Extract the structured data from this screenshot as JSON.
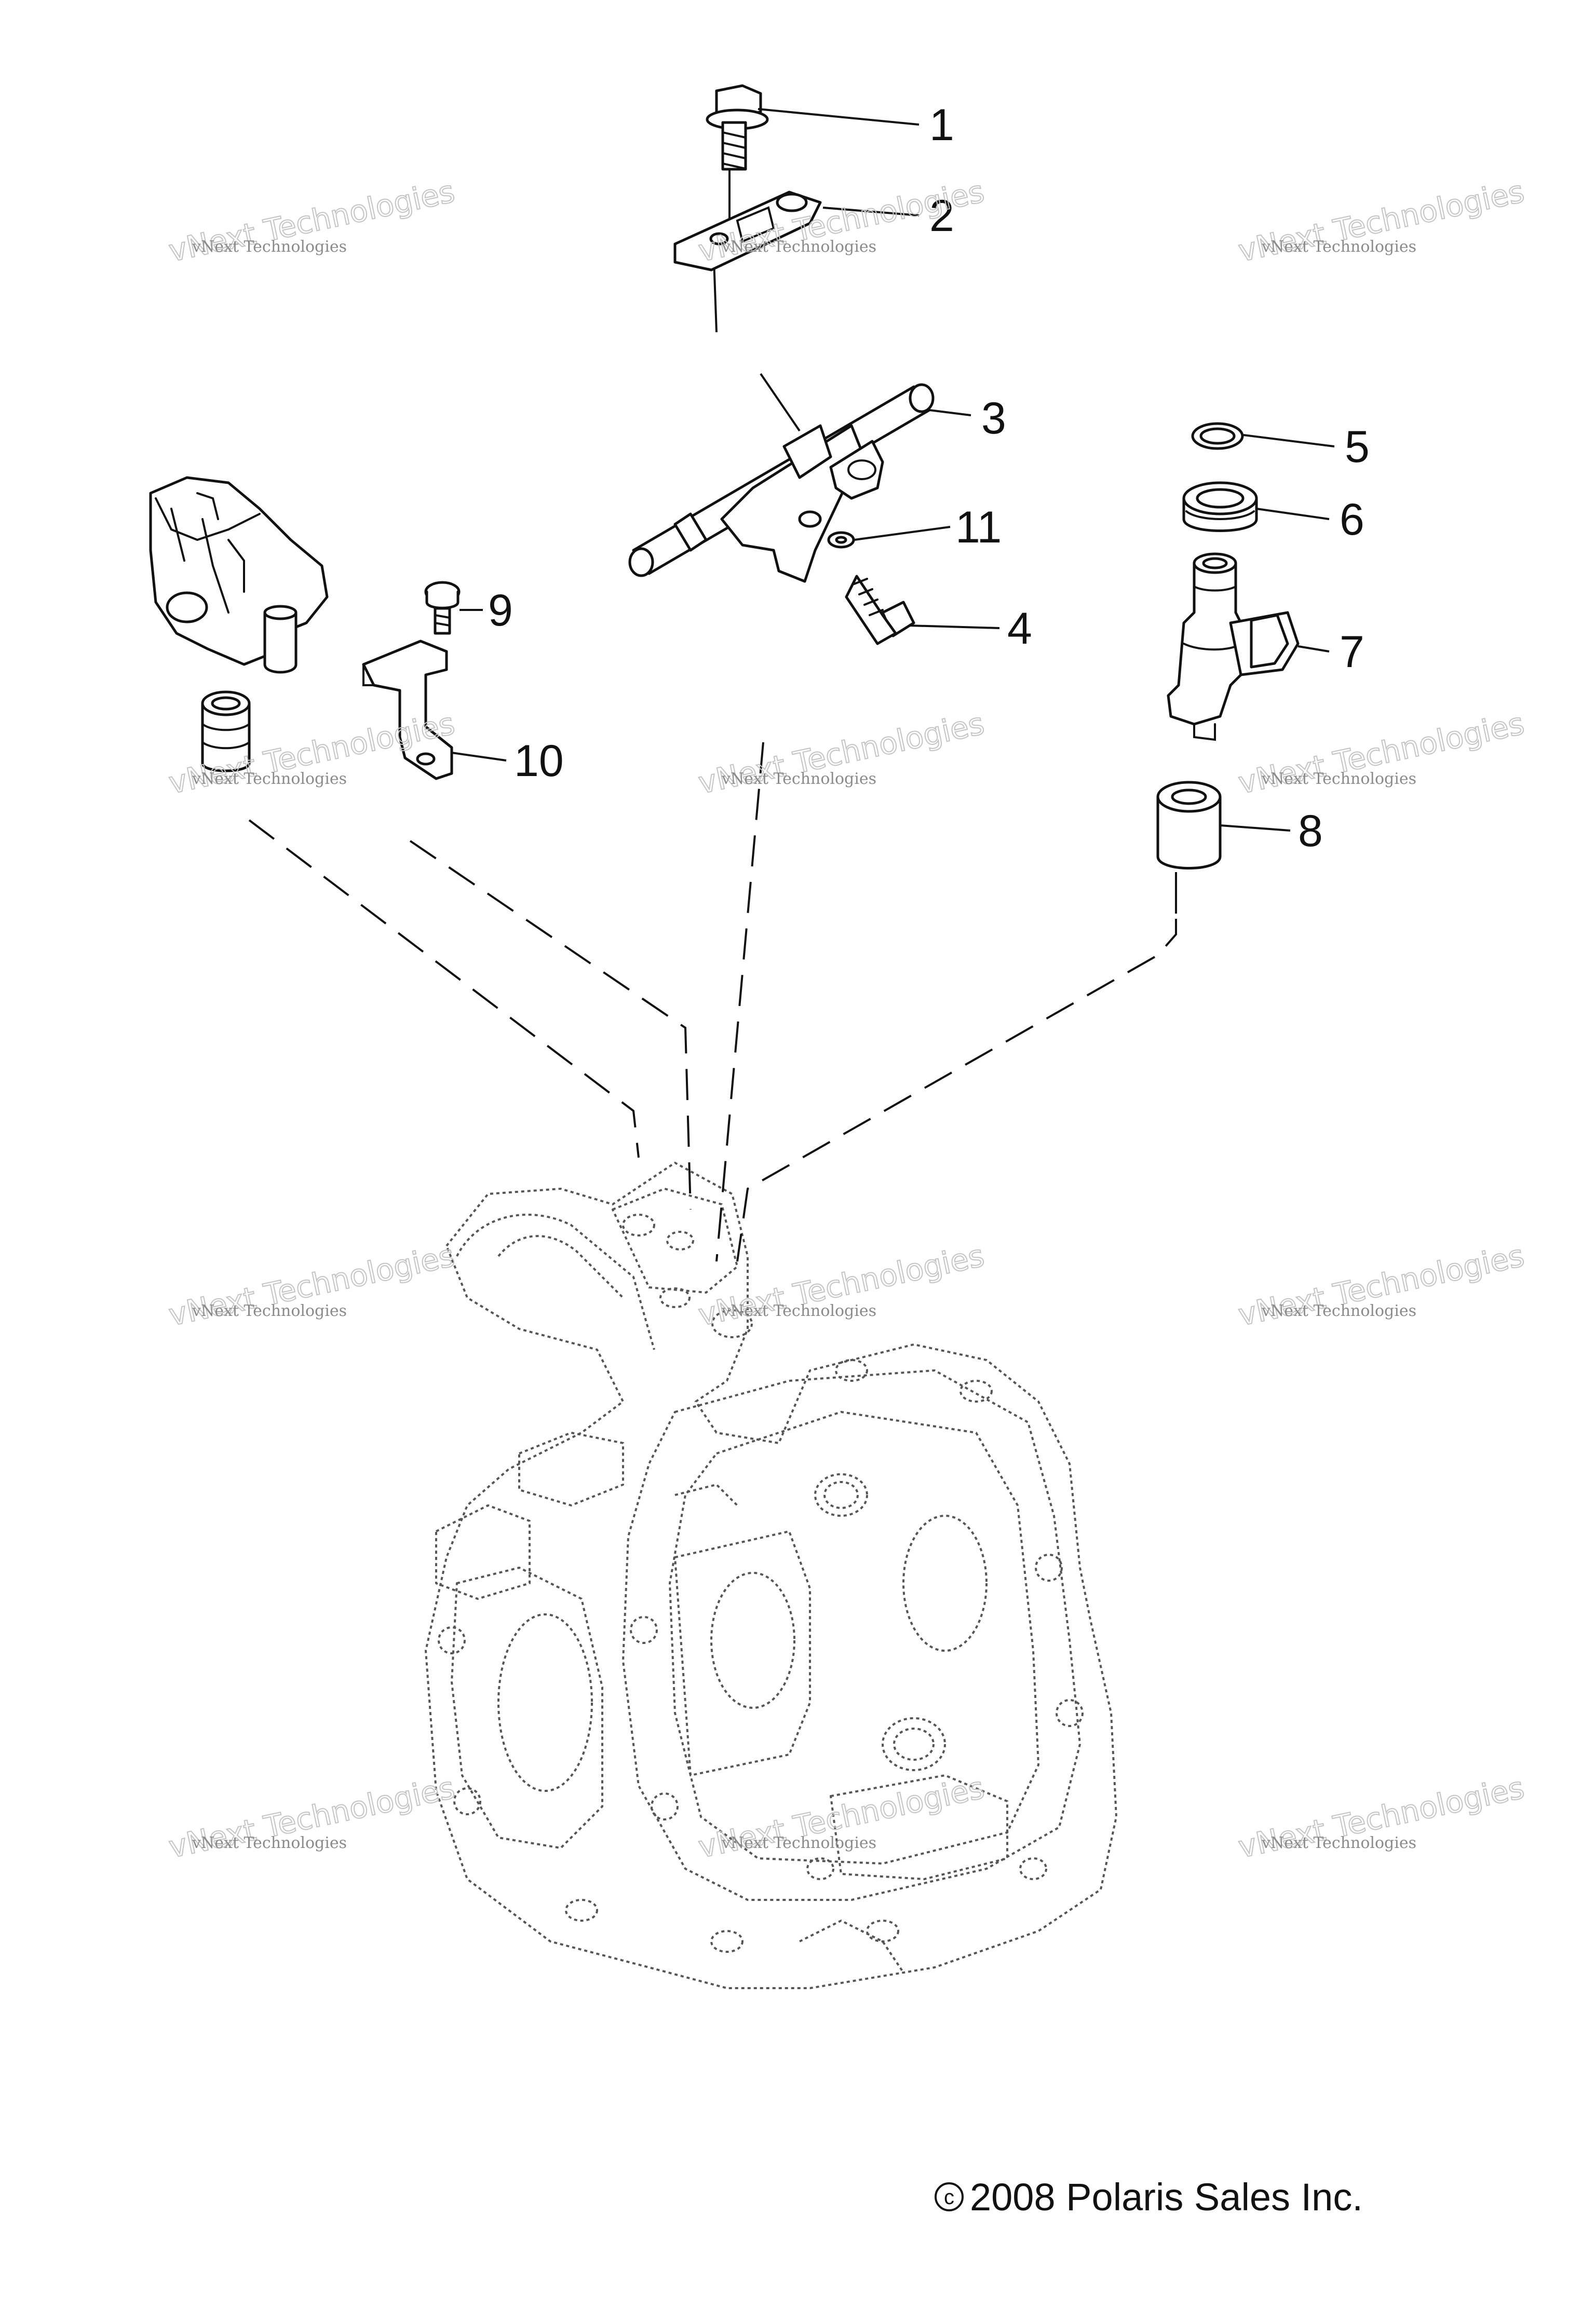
{
  "callouts": [
    "1",
    "2",
    "3",
    "4",
    "5",
    "6",
    "7",
    "8",
    "9",
    "10",
    "11"
  ],
  "watermark": {
    "line1": "vNext Technologies",
    "line2": "vNext Technologies"
  },
  "copyright": "2008 Polaris Sales Inc.",
  "copyright_symbol": "c"
}
